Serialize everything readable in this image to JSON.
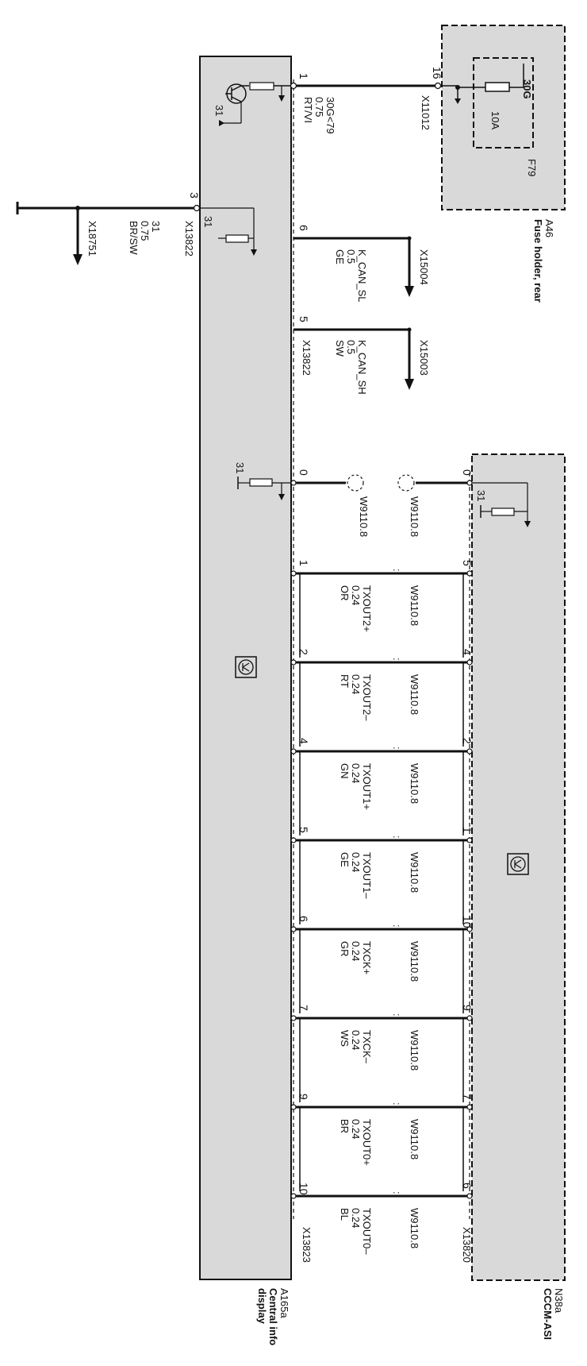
{
  "fuse_holder": {
    "id": "A46",
    "name": "Fuse holder, rear",
    "fuse_id": "F79",
    "fuse_rating": "10A",
    "terminal": "30G"
  },
  "display": {
    "id": "A165a",
    "name_line1": "Central info",
    "name_line2": "display"
  },
  "cccm": {
    "id": "N38a",
    "name": "CCCM-ASI"
  },
  "ground_label": "31",
  "supply": {
    "connector": "X11012",
    "pin_fuse": "16",
    "pin_display": "1",
    "signal": "30G<79",
    "size": "0.75",
    "color": "RT/VI"
  },
  "ground_wire": {
    "connector": "X13822",
    "pin": "3",
    "signal": "31",
    "size": "0.75",
    "color": "BR/SW",
    "splice": "X18751"
  },
  "can_lines": [
    {
      "pin": "6",
      "signal": "K_CAN_SL",
      "size": "0.5",
      "color": "GE",
      "target": "X15004"
    },
    {
      "pin": "5",
      "signal": "K_CAN_SH",
      "size": "0.5",
      "color": "SW",
      "target": "X15003",
      "connector": "X13822"
    }
  ],
  "lvds": {
    "shield": {
      "pin_display": "0",
      "pin_cccm": "0",
      "ref_left": "W9110.8",
      "ref_right": "W9110.8"
    },
    "wires": [
      {
        "pin_display": "1",
        "pin_cccm": "5",
        "signal": "TXOUT2+",
        "size": "0.24",
        "color": "OR",
        "ref": "W9110.8"
      },
      {
        "pin_display": "2",
        "pin_cccm": "4",
        "signal": "TXOUT2–",
        "size": "0.24",
        "color": "RT",
        "ref": "W9110.8"
      },
      {
        "pin_display": "4",
        "pin_cccm": "2",
        "signal": "TXOUT1+",
        "size": "0.24",
        "color": "GN",
        "ref": "W9110.8"
      },
      {
        "pin_display": "5",
        "pin_cccm": "1",
        "signal": "TXOUT1–",
        "size": "0.24",
        "color": "GE",
        "ref": "W9110.8"
      },
      {
        "pin_display": "6",
        "pin_cccm": "10",
        "signal": "TXCK+",
        "size": "0.24",
        "color": "GR",
        "ref": "W9110.8"
      },
      {
        "pin_display": "7",
        "pin_cccm": "9",
        "signal": "TXCK–",
        "size": "0.24",
        "color": "WS",
        "ref": "W9110.8"
      },
      {
        "pin_display": "9",
        "pin_cccm": "7",
        "signal": "TXOUT0+",
        "size": "0.24",
        "color": "BR",
        "ref": "W9110.8"
      },
      {
        "pin_display": "10",
        "pin_cccm": "6",
        "signal": "TXOUT0–",
        "size": "0.24",
        "color": "BL",
        "ref": "W9110.8"
      }
    ],
    "connector_display": "X13823",
    "connector_cccm": "X13820"
  },
  "colors": {
    "module_fill": "#d9d9d9",
    "line": "#111111"
  }
}
